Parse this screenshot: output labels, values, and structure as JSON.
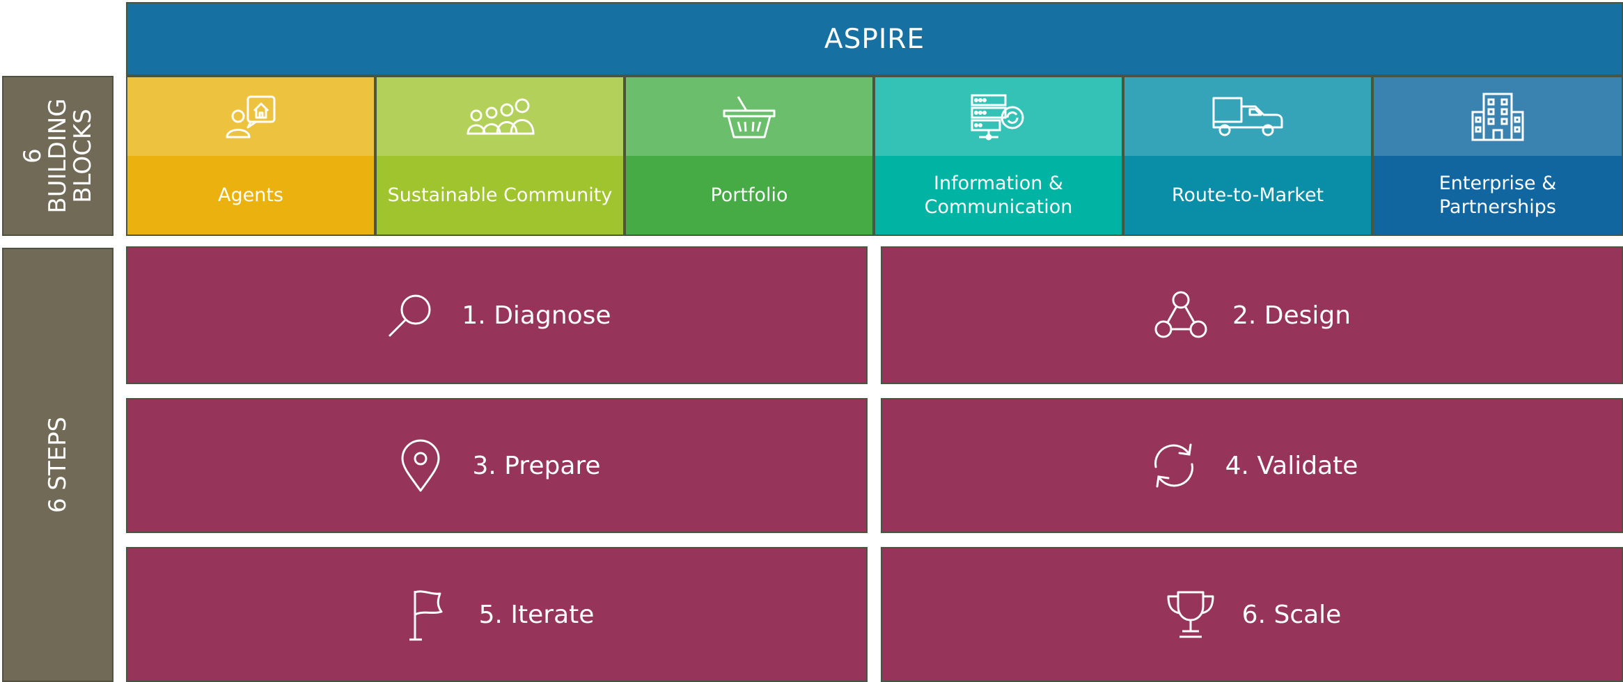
{
  "header": {
    "title": "ASPIRE"
  },
  "sidebar": {
    "blocks_label_line1": "6",
    "blocks_label_line2": "BUILDING",
    "blocks_label_line3": "BLOCKS",
    "steps_label": "6 STEPS"
  },
  "building_blocks": [
    {
      "label": "Agents",
      "icon": "agent-house-icon",
      "top_color": "#ecc23f",
      "bottom_color": "#ebb20f"
    },
    {
      "label": "Sustainable Community",
      "icon": "community-people-icon",
      "top_color": "#b3d05a",
      "bottom_color": "#9fc42e"
    },
    {
      "label": "Portfolio",
      "icon": "basket-icon",
      "top_color": "#6bbf6c",
      "bottom_color": "#46ab45"
    },
    {
      "label": "Information & Communication",
      "icon": "server-icon",
      "top_color": "#33c2b5",
      "bottom_color": "#00b3a3"
    },
    {
      "label": "Route-to-Market",
      "icon": "truck-icon",
      "top_color": "#35a4b8",
      "bottom_color": "#0a8ea8"
    },
    {
      "label": "Enterprise & Partnerships",
      "icon": "building-icon",
      "top_color": "#3a83b0",
      "bottom_color": "#1266a0"
    }
  ],
  "steps": [
    {
      "label": "1. Diagnose",
      "icon": "magnifier-icon"
    },
    {
      "label": "2. Design",
      "icon": "network-icon"
    },
    {
      "label": "3. Prepare",
      "icon": "location-pin-icon"
    },
    {
      "label": "4. Validate",
      "icon": "refresh-icon"
    },
    {
      "label": "5. Iterate",
      "icon": "flag-icon"
    },
    {
      "label": "6. Scale",
      "icon": "trophy-icon"
    }
  ]
}
